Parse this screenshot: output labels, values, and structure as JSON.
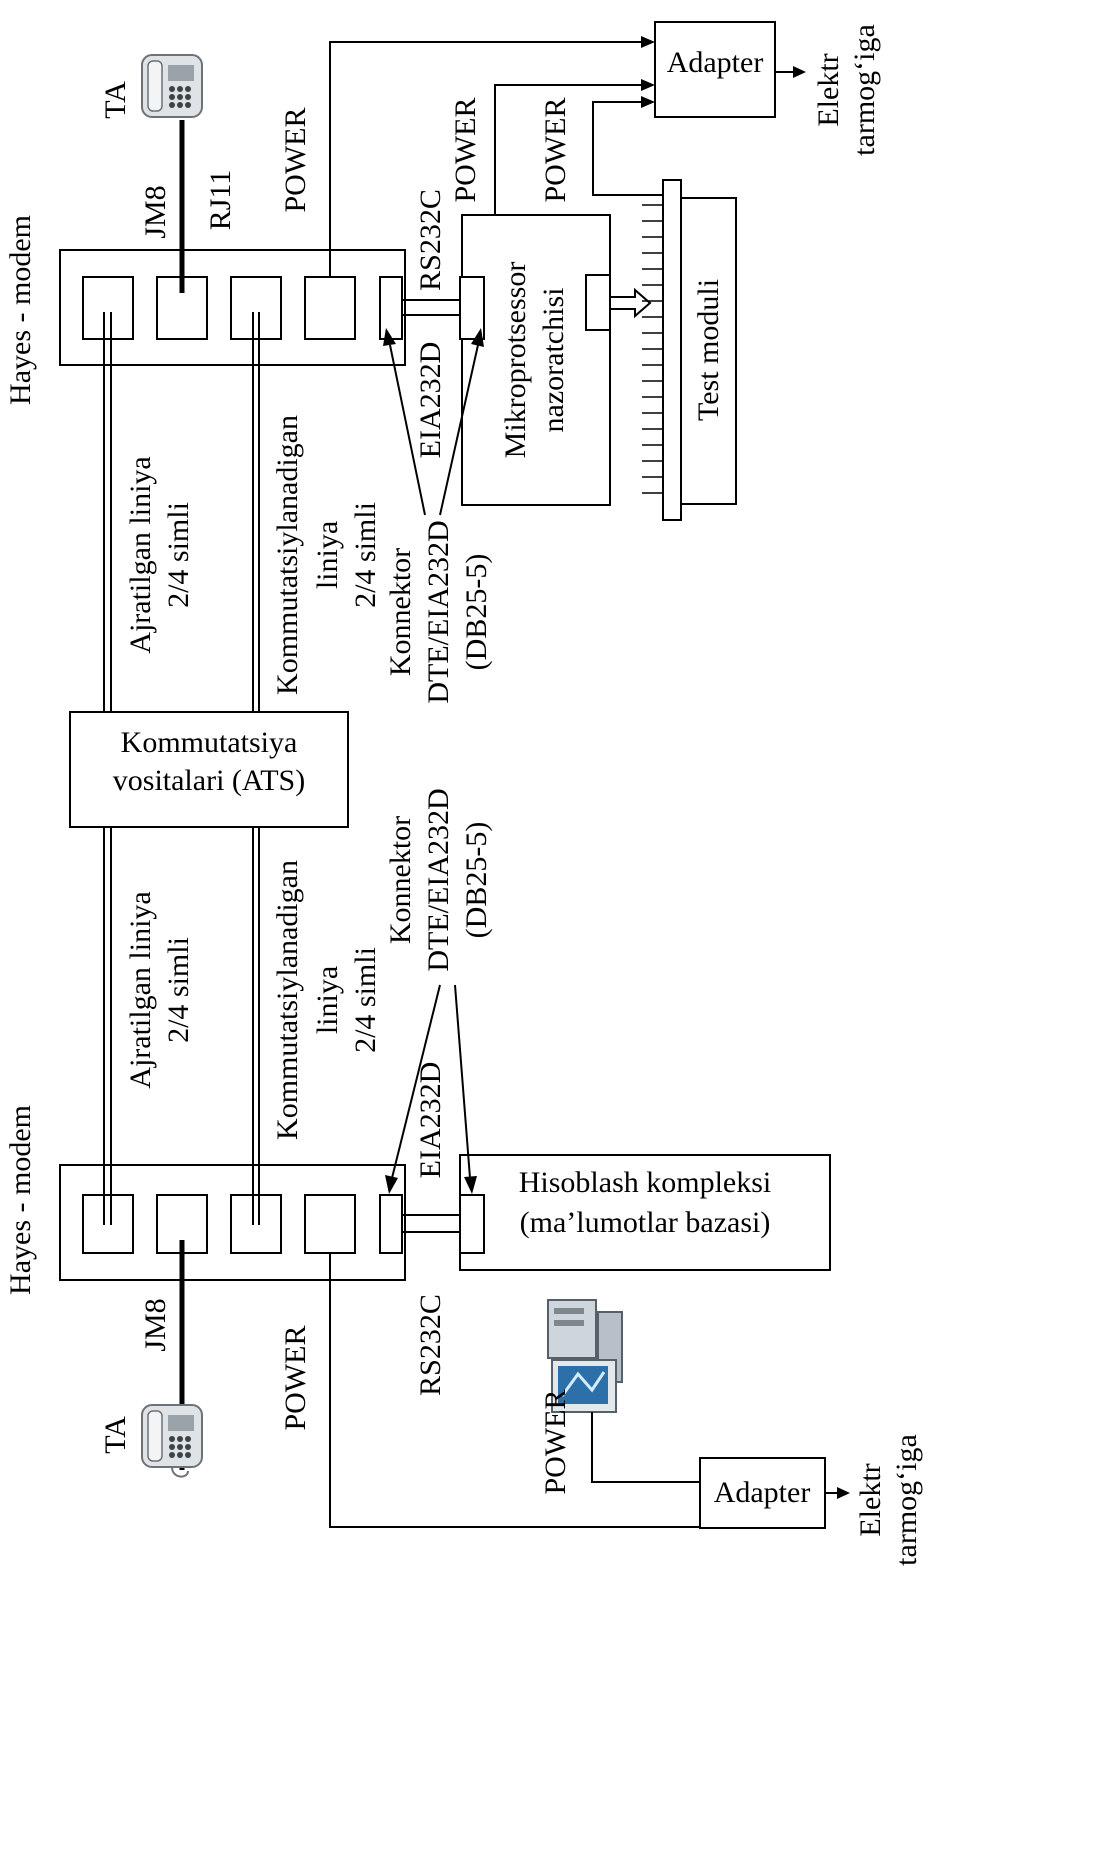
{
  "title": "",
  "labels": {
    "hayes_modem_top": "Hayes - modem",
    "hayes_modem_bottom": "Hayes - modem",
    "ta_top": "TA",
    "ta_bottom": "TA",
    "jm8_top": "JM8",
    "jm8_bottom": "JM8",
    "rj11": "RJ11",
    "power_modem_top": "POWER",
    "power_modem_bottom": "POWER",
    "power_micro": "POWER",
    "power_test": "POWER",
    "power_pc": "POWER",
    "rs232c_top": "RS232C",
    "rs232c_bottom": "RS232C",
    "eia232d_top": "EIA232D",
    "eia232d_bottom": "EIA232D",
    "dedicated_line_top_1": "Ajratilgan liniya",
    "dedicated_line_top_2": "2/4 simli",
    "dedicated_line_bottom_1": "Ajratilgan liniya",
    "dedicated_line_bottom_2": "2/4 simli",
    "switched_line_top_1": "Kommutatsiylanadigan",
    "switched_line_top_2": "liniya",
    "switched_line_top_3": "2/4 simli",
    "switched_line_bottom_1": "Kommutatsiylanadigan",
    "switched_line_bottom_2": "liniya",
    "switched_line_bottom_3": "2/4 simli",
    "connector_top_1": "Konnektor",
    "connector_top_2": "DTE/EIA232D",
    "connector_top_3": "(DB25-5)",
    "connector_bottom_1": "Konnektor",
    "connector_bottom_2": "DTE/EIA232D",
    "connector_bottom_3": "(DB25-5)",
    "ats_1": "Kommutatsiya",
    "ats_2": "vositalari (ATS)",
    "micro_1": "Mikroprotsessor",
    "micro_2": "nazoratchisi",
    "test_module": "Test moduli",
    "adapter_top": "Adapter",
    "adapter_bottom": "Adapter",
    "grid_top_1": "Elektr",
    "grid_top_2": "tarmog‘iga",
    "grid_bottom_1": "Elektr",
    "grid_bottom_2": "tarmog‘iga",
    "computing_1": "Hisoblash kompleksi",
    "computing_2": "(ma’lumotlar bazasi)"
  },
  "icons": {
    "phone_top": "telephone-icon",
    "phone_bottom": "telephone-icon",
    "computer": "computer-icon"
  },
  "colors": {
    "line": "#000000",
    "background": "#ffffff"
  }
}
